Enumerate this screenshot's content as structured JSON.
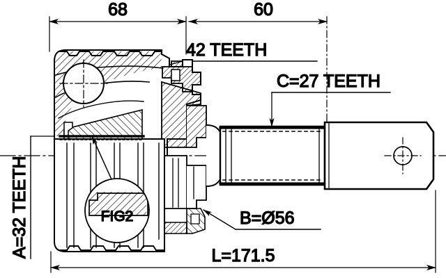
{
  "drawing": {
    "type": "cv-joint-technical-drawing",
    "line_color": "#000000",
    "background_color": "#ffffff"
  },
  "dimensions": {
    "top_left": {
      "value": "68",
      "name": "outer-joint-length"
    },
    "top_right": {
      "value": "60",
      "name": "shaft-spline-length"
    },
    "overall": {
      "value": "L=171.5",
      "name": "overall-length"
    }
  },
  "labels": {
    "abs_ring": {
      "text": "42 TEETH",
      "name": "abs-ring-teeth"
    },
    "outer_spline": {
      "text": "C=27 TEETH",
      "name": "outer-spline-teeth"
    },
    "inner_spline": {
      "text": "A=32 TEETH",
      "name": "inner-spline-teeth"
    },
    "bearing_diameter": {
      "text": "B=Ø56",
      "name": "bearing-diameter"
    },
    "detail_callout": {
      "text": "FIG2",
      "name": "detail-fig2"
    }
  }
}
